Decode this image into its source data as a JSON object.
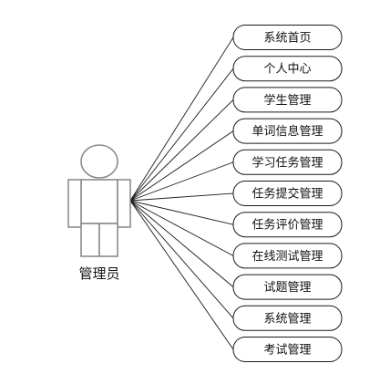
{
  "actor": {
    "label": "管理员"
  },
  "use_cases": [
    {
      "label": "系统首页"
    },
    {
      "label": "个人中心"
    },
    {
      "label": "学生管理"
    },
    {
      "label": "单词信息管理"
    },
    {
      "label": "学习任务管理"
    },
    {
      "label": "任务提交管理"
    },
    {
      "label": "任务评价管理"
    },
    {
      "label": "在线测试管理"
    },
    {
      "label": "试题管理"
    },
    {
      "label": "系统管理"
    },
    {
      "label": "考试管理"
    }
  ]
}
